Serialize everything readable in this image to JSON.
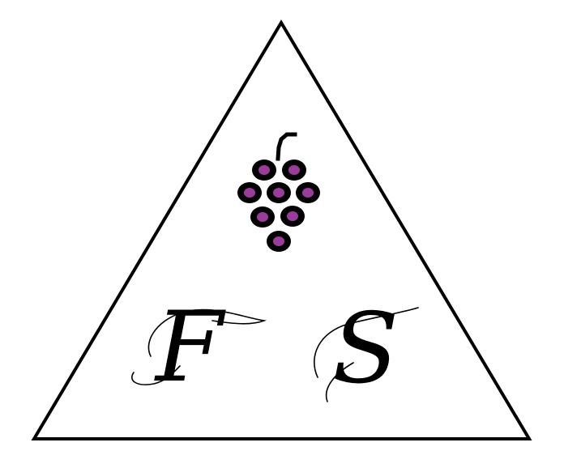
{
  "monogram": {
    "letters": [
      "F",
      "S"
    ]
  },
  "colors": {
    "outline": "#000000",
    "background": "#ffffff",
    "grape_fill": "#9b3b9b"
  },
  "icons": {
    "emblem": "grape-cluster-icon",
    "frame": "triangle"
  }
}
